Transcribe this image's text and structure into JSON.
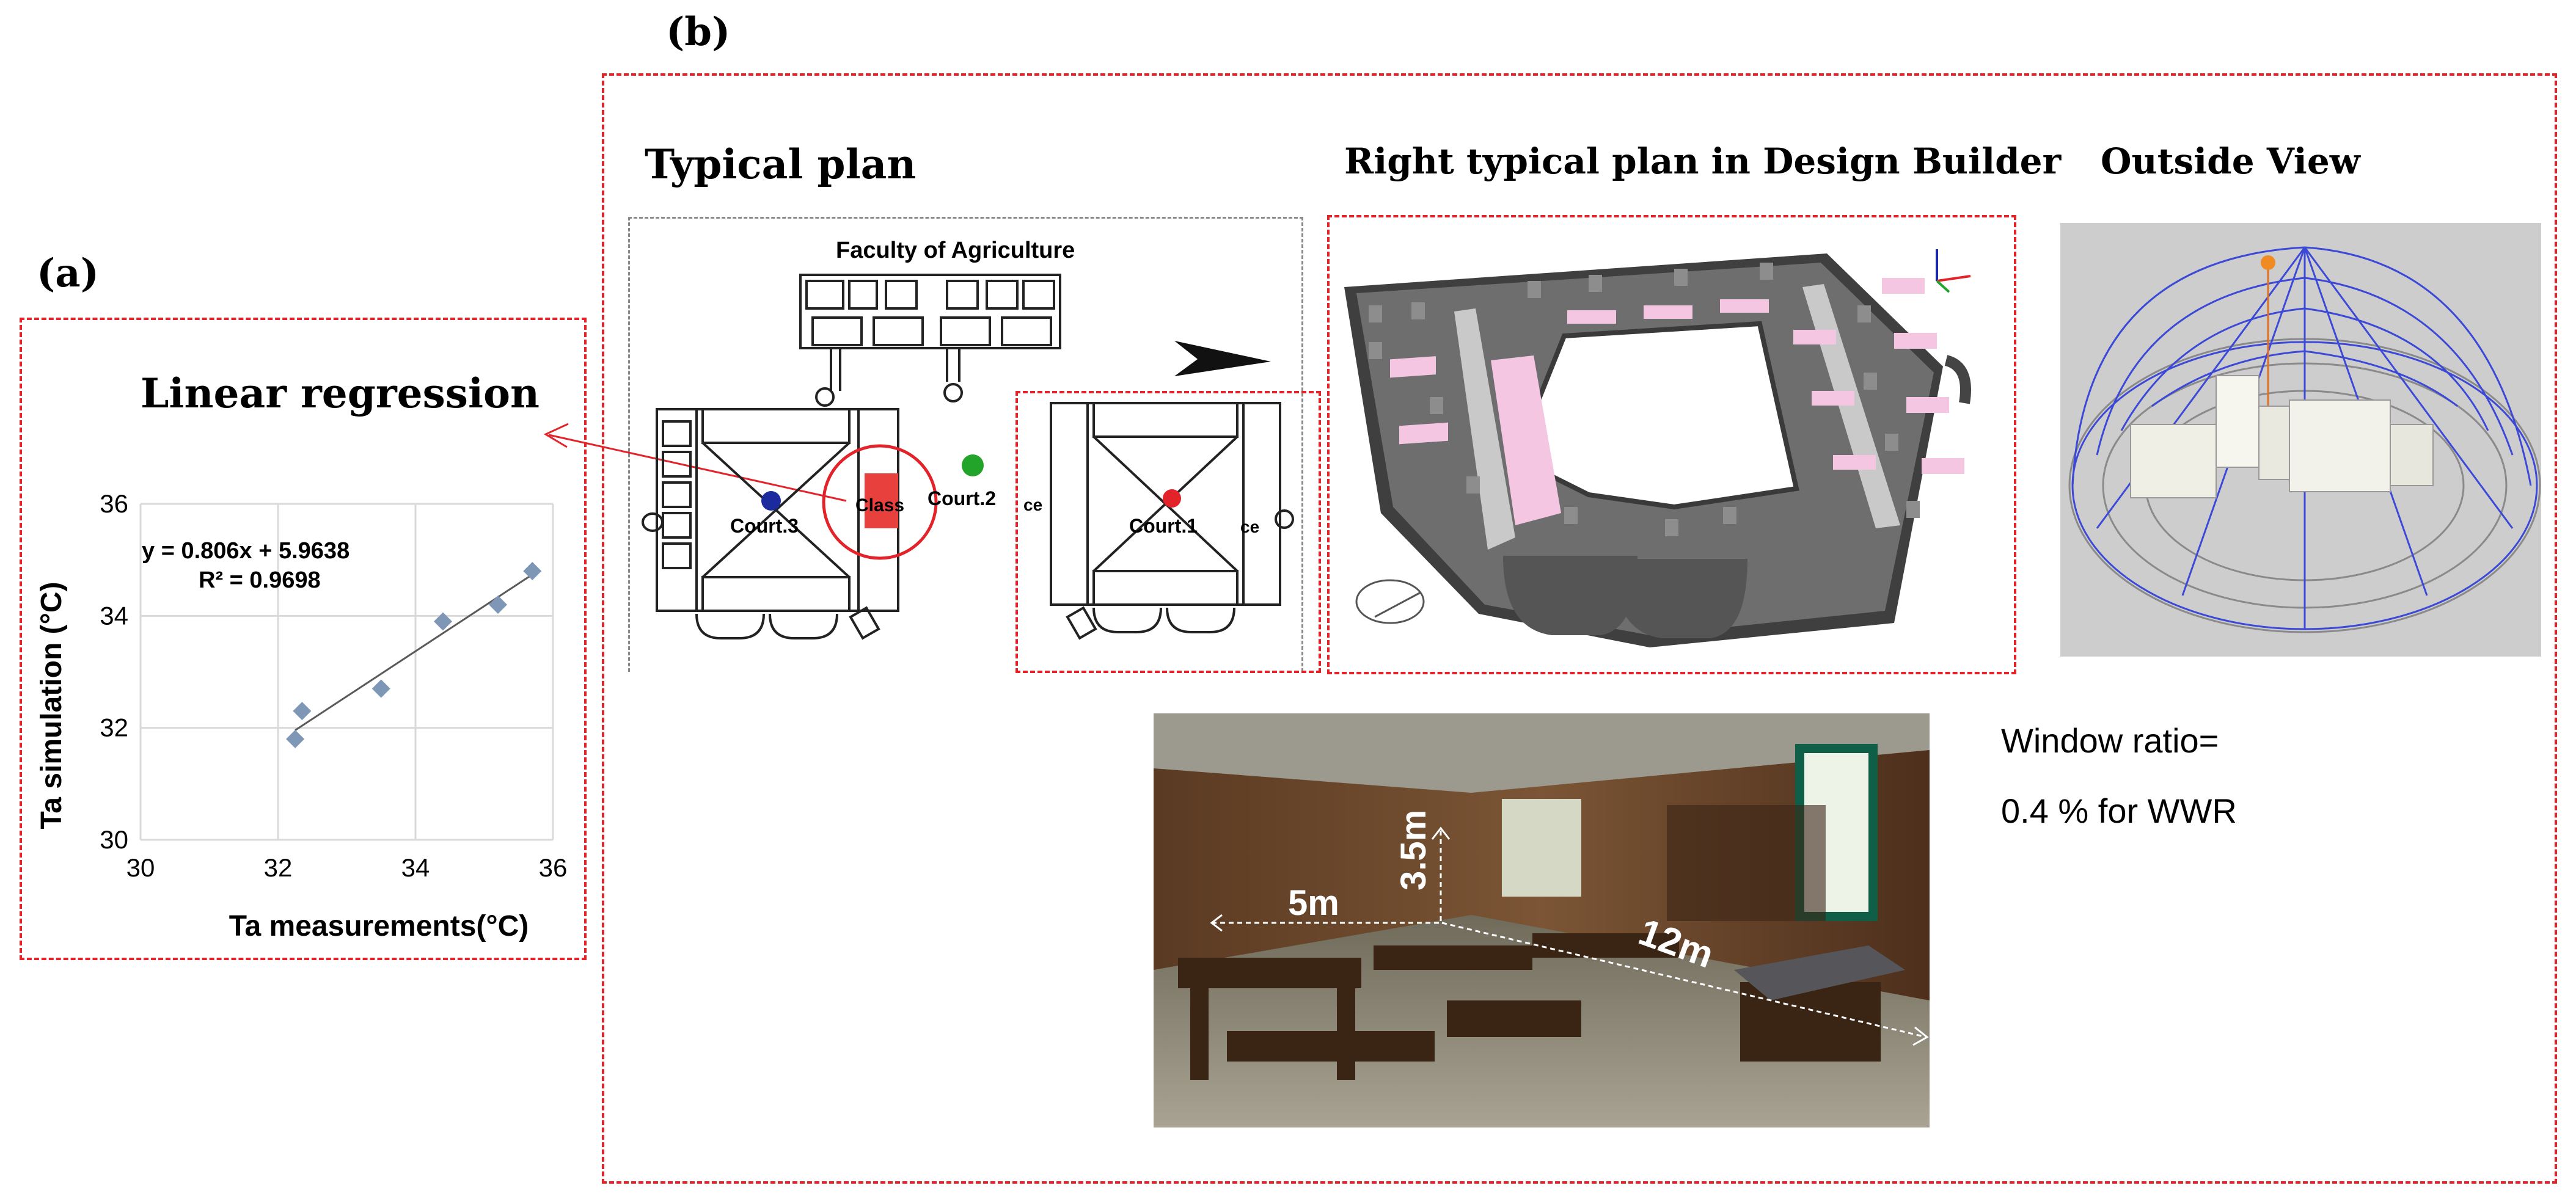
{
  "panel_a": {
    "label": "(a)",
    "title": "Linear regression",
    "ylabel": "Ta simulation  (°C)",
    "xlabel": "Ta measurements(°C)",
    "equation": "y = 0.806x + 5.9638",
    "r2": "R² = 0.9698"
  },
  "panel_b": {
    "label": "(b)",
    "typical_plan": "Typical plan",
    "design_builder": "Right typical plan in Design Builder",
    "outside_view": "Outside View",
    "faculty": "Faculty of Agriculture",
    "court1": "Court.1",
    "court2": "Court.2",
    "court3": "Court.3",
    "class_label": "Class",
    "ce_left": "ce",
    "ce_right": "ce",
    "dim_height": "3.5m",
    "dim_width": "5m",
    "dim_length": "12m",
    "window_ratio_line1": "Window ratio=",
    "window_ratio_line2": "0.4 % for WWR"
  },
  "colors": {
    "frame": "#e3232a",
    "point": "#7f97b6",
    "court1": "#e3232a",
    "court2": "#22a32a",
    "court3": "#1b2a9c",
    "room": "#f4c6e2",
    "wall": "#6e6e6e"
  },
  "chart_data": {
    "type": "scatter",
    "title": "Linear regression",
    "xlabel": "Ta measurements(°C)",
    "ylabel": "Ta simulation  (°C)",
    "xlim": [
      30,
      36
    ],
    "ylim": [
      30,
      36
    ],
    "xticks": [
      "30",
      "32",
      "34",
      "36"
    ],
    "yticks": [
      "30",
      "32",
      "34",
      "36"
    ],
    "grid": true,
    "points": [
      {
        "x": 32.25,
        "y": 31.8
      },
      {
        "x": 32.35,
        "y": 32.3
      },
      {
        "x": 33.5,
        "y": 32.7
      },
      {
        "x": 34.4,
        "y": 33.9
      },
      {
        "x": 35.2,
        "y": 34.2
      },
      {
        "x": 35.7,
        "y": 34.8
      }
    ],
    "trendline": {
      "slope": 0.806,
      "intercept": 5.9638
    },
    "annotations": [
      "y = 0.806x + 5.9638",
      "R² = 0.9698"
    ]
  }
}
